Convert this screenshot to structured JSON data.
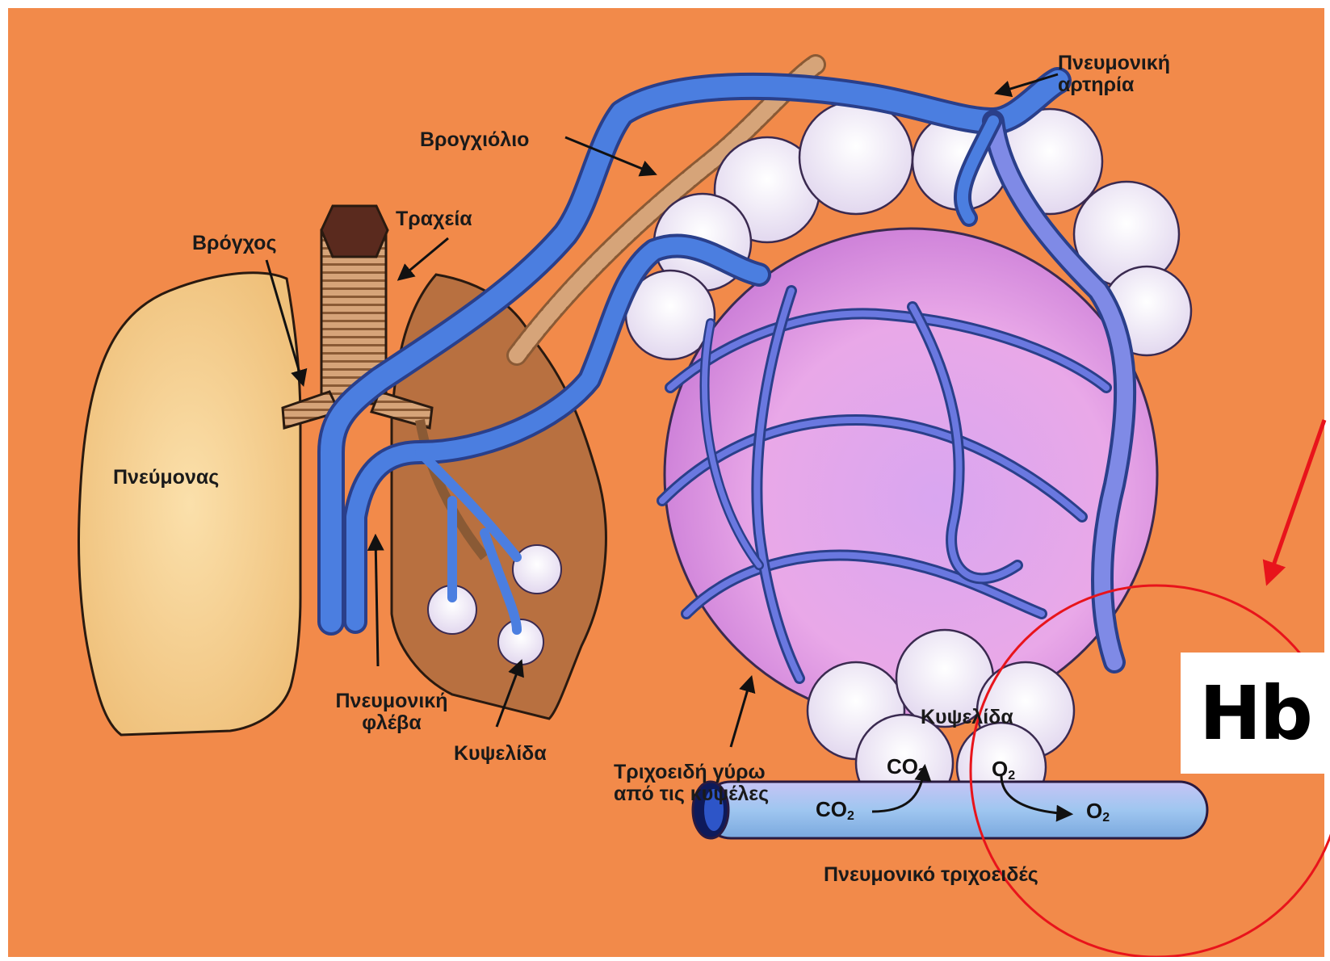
{
  "labels": {
    "pulmonary_artery": "Πνευμονική\nαρτηρία",
    "bronchiole": "Βρογχιόλιο",
    "trachea": "Τραχεία",
    "bronchus": "Βρόγχος",
    "lung": "Πνεύμονας",
    "pulmonary_vein": "Πνευμονική\nφλέβα",
    "alveolus_small": "Κυψελίδα",
    "capillaries_around_alveoli": "Τριχοειδή γύρω\nαπό τις κυψέλες",
    "alveolus_large": "Κυψελίδα",
    "pulmonary_capillary": "Πνευμονικό τριχοειδές"
  },
  "gases": {
    "co2_upper": "CO",
    "co2_upper_sub": "2",
    "o2_upper": "O",
    "o2_upper_sub": "2",
    "co2_lower": "CO",
    "co2_lower_sub": "2",
    "o2_lower": "O",
    "o2_lower_sub": "2"
  },
  "annotation": {
    "text": "Hb",
    "color": "#e8141b"
  },
  "colors": {
    "background": "#f28a4a",
    "lung": "#f5cd8e",
    "second_lung": "#b87040",
    "vessel": "#3e6fd8",
    "alveolus_sac": "#e8a4e6",
    "cloud": "#f2ecf8",
    "trachea": "#d6a479"
  }
}
